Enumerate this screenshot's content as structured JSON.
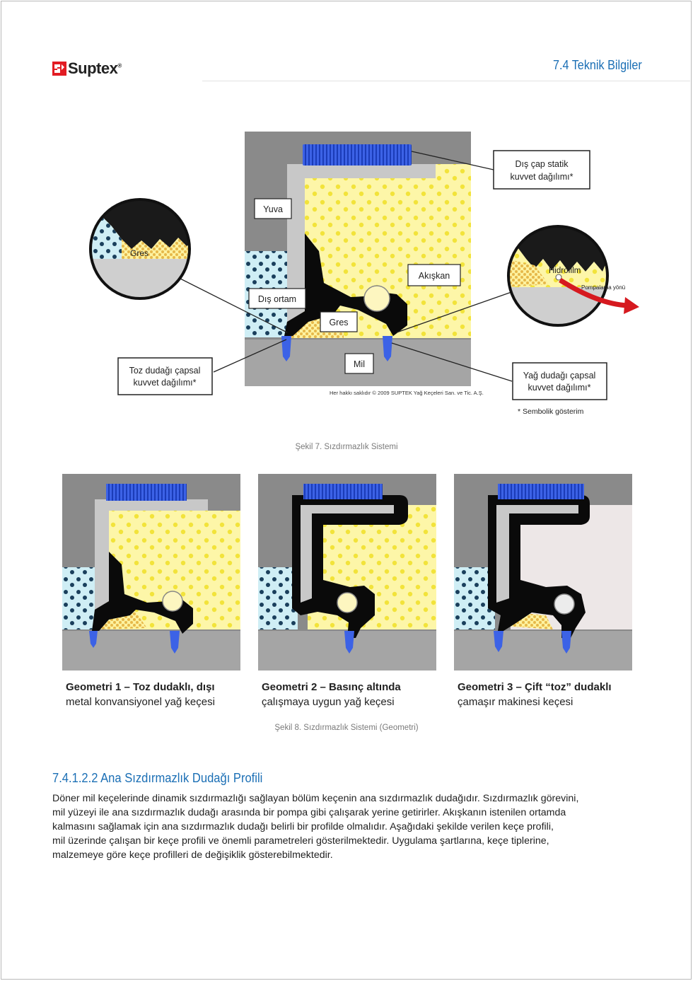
{
  "header": {
    "brand": "Suptex",
    "brand_mark": "®",
    "section": "7.4 Teknik Bilgiler"
  },
  "figure7": {
    "labels": {
      "yuva": "Yuva",
      "dis_cap": "Dış çap statik\nkuvvet dağılımı*",
      "gres_zoom": "Gres",
      "akiskan": "Akışkan",
      "dis_ortam": "Dış ortam",
      "gres": "Gres",
      "hidrofilm": "Hidrofilm",
      "pompalama": "Pompalama yönü",
      "mil": "Mil",
      "toz_dudagi": "Toz dudağı çapsal\nkuvvet dağılımı*",
      "yag_dudagi": "Yağ dudağı çapsal\nkuvvet dağılımı*",
      "copyright": "Her hakkı saklıdır © 2009 SUPTEK Yağ Keçeleri San. ve Tic. A.Ş.",
      "sembolik": "* Sembolik gösterim"
    },
    "caption": "Şekil 7. Sızdırmazlık Sistemi"
  },
  "figure8": {
    "panels": [
      {
        "title": "Geometri 1 – Toz dudaklı, dışı",
        "subtitle": "metal konvansiyonel yağ keçesi"
      },
      {
        "title": "Geometri 2 – Basınç altında",
        "subtitle": "çalışmaya uygun yağ keçesi"
      },
      {
        "title": "Geometri 3 – Çift “toz” dudaklı",
        "subtitle": "çamaşır makinesi keçesi"
      }
    ],
    "caption": "Şekil 8. Sızdırmazlık Sistemi (Geometri)"
  },
  "section": {
    "title": "7.4.1.2.2 Ana Sızdırmazlık Dudağı Profili",
    "lines": [
      "Döner mil keçelerinde dinamik sızdırmazlığı sağlayan bölüm keçenin ana sızdırmazlık dudağıdır. Sızdırmazlık görevini,",
      "mil yüzeyi ile ana sızdırmazlık dudağı arasında bir pompa gibi çalışarak yerine getirirler. Akışkanın istenilen ortamda",
      "kalmasını sağlamak için ana sızdırmazlık dudağı belirli bir profilde olmalıdır. Aşağıdaki şekilde verilen keçe profili,",
      "mil üzerinde çalışan bir keçe profili ve önemli parametreleri gösterilmektedir. Uygulama şartlarına, keçe tiplerine,",
      "malzemeye göre keçe profilleri de değişiklik gösterebilmektedir."
    ]
  },
  "colors": {
    "accent": "#1b6fb5",
    "housing": "#8a8a8a",
    "fluid": "#fdf6a8",
    "dust": "#cfeef5",
    "rubber": "#0a0a0a",
    "spring": "#2f4fd8",
    "logo_red": "#e21c23"
  }
}
